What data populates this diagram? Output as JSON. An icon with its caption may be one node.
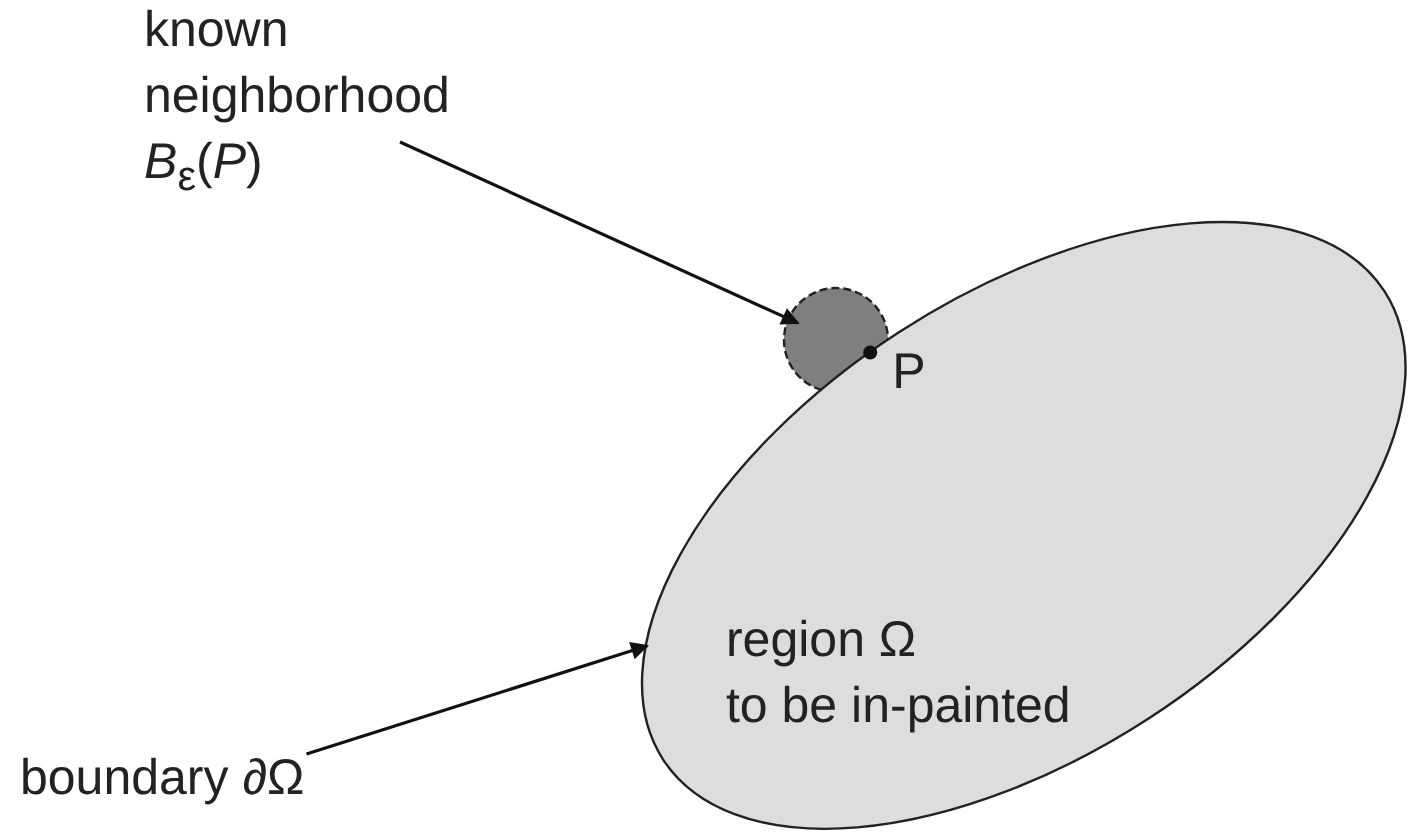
{
  "diagram": {
    "nodes": [
      {
        "text": [
          "known neighborhood *B*$_{ε}$(*P*)"
        ]
      },
      {
        "text": [],
        "shape": "circle"
      },
      {
        "text": [
          "region Ω",
          "to be in-painted"
        ]
      },
      {
        "text": [
          "boundary ∂Ω"
        ]
      }
    ],
    "edges": [
      {
        "from": 0,
        "to": 1,
        "arrow": "to"
      },
      {
        "from": 3,
        "to": 2,
        "arrow": "to"
      }
    ],
    "labels": [
      "P"
    ]
  }
}
